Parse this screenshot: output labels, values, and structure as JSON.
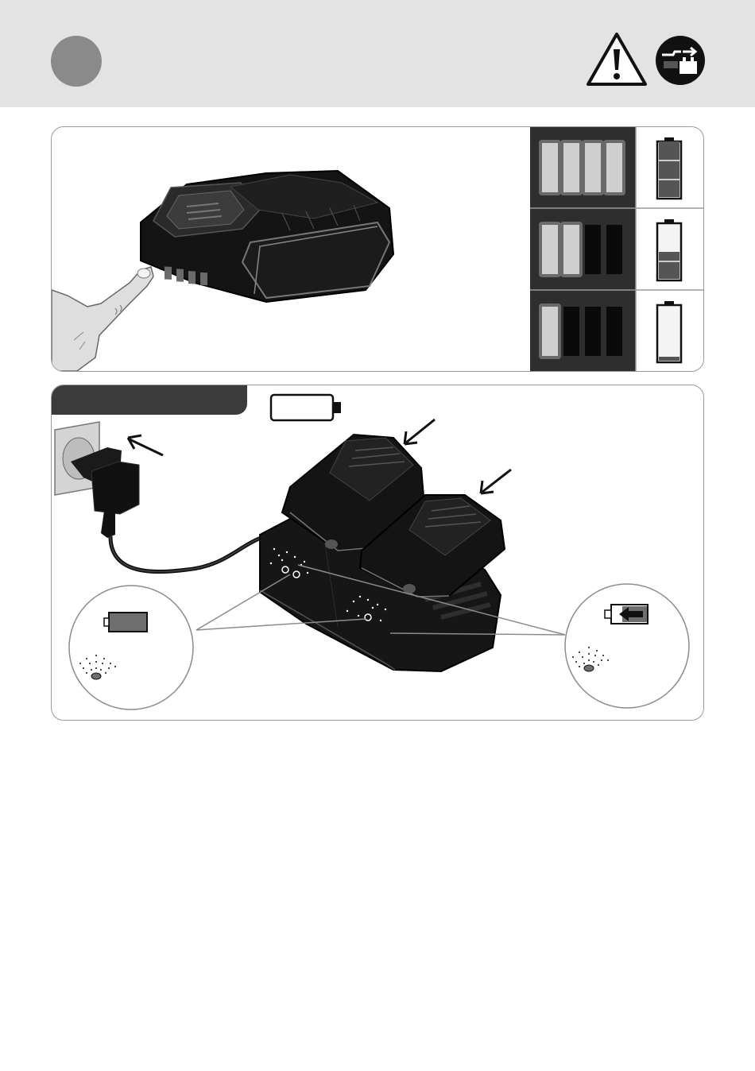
{
  "header": {
    "step_marker": "",
    "icons": [
      "warning-triangle-icon",
      "unplug-before-maintenance-icon"
    ]
  },
  "panel_charge_check": {
    "indicator_rows": [
      {
        "lit_segments": 4,
        "total_segments": 4,
        "battery_level": 1.0
      },
      {
        "lit_segments": 2,
        "total_segments": 4,
        "battery_level": 0.5
      },
      {
        "lit_segments": 1,
        "total_segments": 4,
        "battery_level": 0.1
      }
    ],
    "icons": [
      "battery-pack-icon",
      "finger-press-icon",
      "battery-level-icon"
    ]
  },
  "panel_charging": {
    "tab_label": "",
    "icons": [
      "empty-battery-icon",
      "wall-socket-icon",
      "charger-plug-icon",
      "dual-charger-icon",
      "battery-charging-icon",
      "battery-inserting-icon",
      "led-blink-icon"
    ],
    "callouts": [
      "callout-left-led",
      "callout-right-led"
    ]
  }
}
